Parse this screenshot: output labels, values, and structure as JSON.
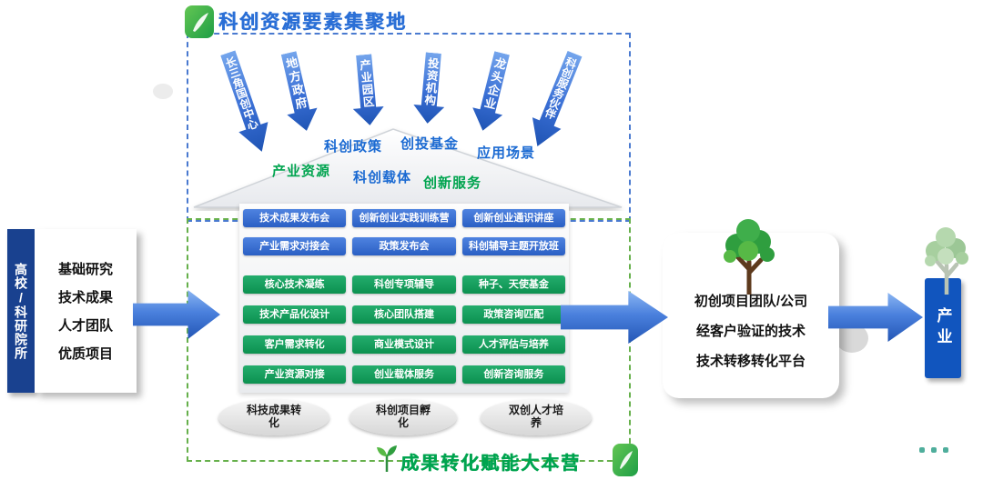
{
  "titles": {
    "top": "科创资源要素集聚地",
    "bottom": "成果转化赋能大本营"
  },
  "source_arrows": [
    "长三角国创中心",
    "地方政府",
    "产业园区",
    "投资机构",
    "龙头企业",
    "科创服务伙伴"
  ],
  "roof_labels": [
    "科创政策",
    "创投基金",
    "应用场景",
    "产业资源",
    "科创载体",
    "创新服务"
  ],
  "event_buttons": [
    [
      "技术成果发布会",
      "创新创业实践训练营",
      "创新创业通识讲座"
    ],
    [
      "产业需求对接会",
      "政策发布会",
      "科创辅导主题开放班"
    ]
  ],
  "service_buttons": [
    [
      "核心技术凝练",
      "科创专项辅导",
      "种子、天使基金"
    ],
    [
      "技术产品化设计",
      "核心团队搭建",
      "政策咨询匹配"
    ],
    [
      "客户需求转化",
      "商业模式设计",
      "人才评估与培养"
    ],
    [
      "产业资源对接",
      "创业载体服务",
      "创新咨询服务"
    ]
  ],
  "outcome_ellipses": [
    "科技成果转化",
    "科创项目孵化",
    "双创人才培养"
  ],
  "left_panel": {
    "vertical_label": "高校/科研院所",
    "items": [
      "基础研究",
      "技术成果",
      "人才团队",
      "优质项目"
    ]
  },
  "right_panel": {
    "lines": [
      "初创项目团队/公司",
      "经客户验证的技术",
      "技术转移转化平台"
    ],
    "vertical_label": "产业"
  },
  "colors": {
    "primary_blue": "#2a5fc4",
    "green": "#00a44f",
    "navy": "#19418f",
    "royal_blue": "#1155be"
  }
}
